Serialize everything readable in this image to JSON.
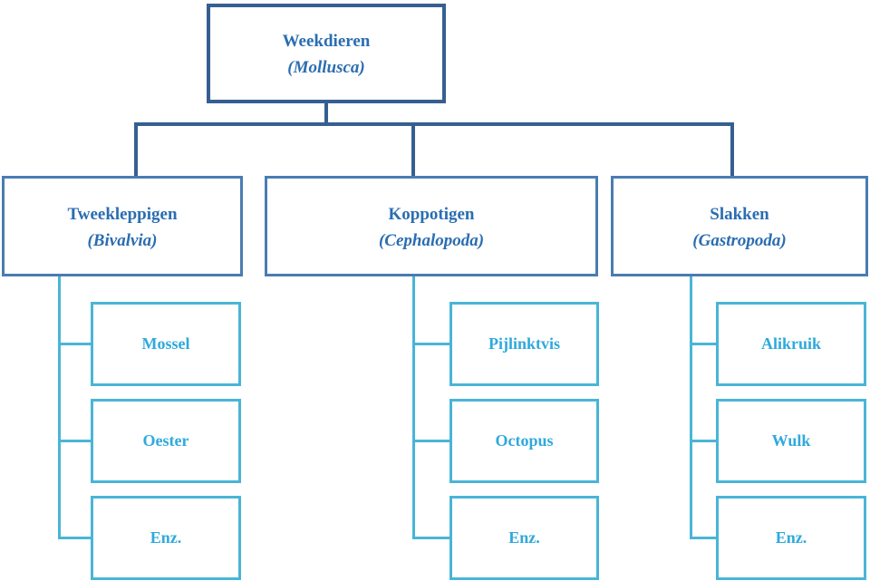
{
  "diagram": {
    "title": "Weekdieren (Mollusca) taxonomy tree",
    "root": {
      "name": "Weekdieren",
      "latin": "(Mollusca)"
    },
    "groups": [
      {
        "name": "Tweekleppigen",
        "latin": "(Bivalvia)",
        "children": [
          "Mossel",
          "Oester",
          "Enz."
        ]
      },
      {
        "name": "Koppotigen",
        "latin": "(Cephalopoda)",
        "children": [
          "Pijlinktvis",
          "Octopus",
          "Enz."
        ]
      },
      {
        "name": "Slakken",
        "latin": "(Gastropoda)",
        "children": [
          "Alikruik",
          "Wulk",
          "Enz."
        ]
      }
    ],
    "colors": {
      "root_border": "#365f91",
      "group_border": "#4a7cb2",
      "leaf_border": "#49b5d6",
      "heading_text": "#2a6db1",
      "leaf_text": "#2fa9dd",
      "connector_dark": "#365f91",
      "connector_teal": "#49b5d6",
      "background": "#ffffff"
    }
  }
}
